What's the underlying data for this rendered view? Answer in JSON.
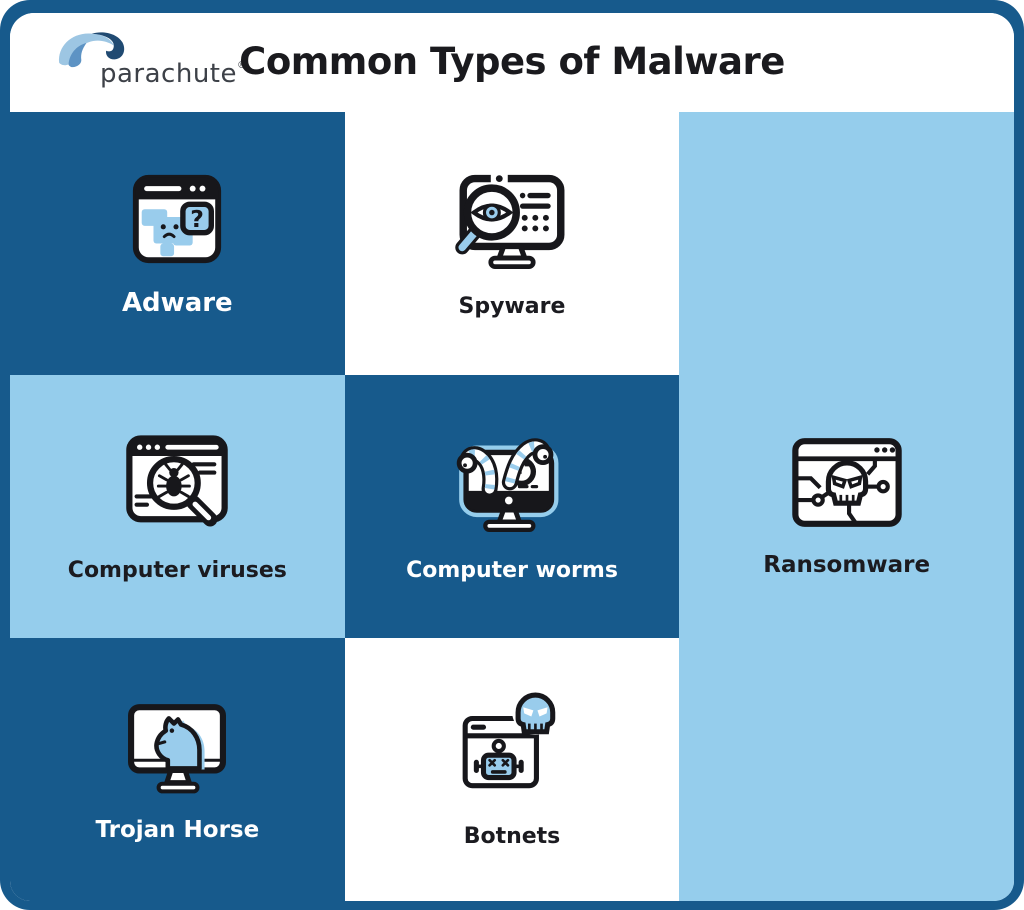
{
  "header": {
    "title": "Common Types of Malware",
    "logo": {
      "text": "parachute",
      "registered": "®",
      "icon": "parachute-swoosh-logo-icon"
    }
  },
  "cells": [
    {
      "id": "adware",
      "label": "Adware",
      "icon": "adware-browser-popups-icon",
      "background": "dark-blue",
      "text_color": "white"
    },
    {
      "id": "spyware",
      "label": "Spyware",
      "icon": "spyware-monitor-magnifier-eye-icon",
      "background": "white",
      "text_color": "dark"
    },
    {
      "id": "ransomware",
      "label": "Ransomware",
      "icon": "ransomware-skull-browser-icon",
      "background": "light-blue",
      "text_color": "dark"
    },
    {
      "id": "computer-viruses",
      "label": "Computer viruses",
      "icon": "virus-bug-magnifier-browser-icon",
      "background": "light-blue",
      "text_color": "dark"
    },
    {
      "id": "computer-worms",
      "label": "Computer worms",
      "icon": "worms-on-monitor-icon",
      "background": "dark-blue",
      "text_color": "white"
    },
    {
      "id": "trojan-horse",
      "label": "Trojan Horse",
      "icon": "trojan-knight-monitor-icon",
      "background": "dark-blue",
      "text_color": "white"
    },
    {
      "id": "botnets",
      "label": "Botnets",
      "icon": "botnet-robot-skull-browser-icon",
      "background": "white",
      "text_color": "dark"
    }
  ],
  "colors": {
    "frame_dark_blue": "#175A8C",
    "cell_dark_blue": "#175A8C",
    "cell_light_blue": "#95CDEC",
    "cell_white": "#FFFFFF",
    "icon_accent_blue": "#99CCEC",
    "icon_stroke": "#17171B",
    "title_text": "#1A1A1E",
    "label_dark": "#1B1B20",
    "label_light": "#FFFFFF",
    "logo_text_gray": "#3D4148",
    "logo_light_blue": "#9DC6E3",
    "logo_mid_blue": "#5D93C4",
    "logo_dark_blue": "#204A72"
  }
}
